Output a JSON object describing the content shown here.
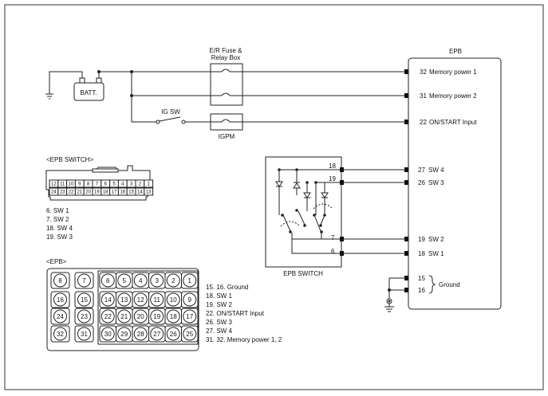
{
  "batt": {
    "label": "BATT."
  },
  "fuse_box": {
    "line1": "E/R Fuse &",
    "line2": "Relay Box"
  },
  "ig_sw": {
    "label": "IG SW"
  },
  "igpm": {
    "label": "IGPM"
  },
  "epb": {
    "title": "EPB",
    "pins": [
      {
        "num": "32",
        "text": "Memory power 1"
      },
      {
        "num": "31",
        "text": "Memory power 2"
      },
      {
        "num": "22",
        "text": "ON/START Input"
      },
      {
        "num": "27",
        "text": "SW 4"
      },
      {
        "num": "26",
        "text": "SW 3"
      },
      {
        "num": "19",
        "text": "SW 2"
      },
      {
        "num": "18",
        "text": "SW 1"
      },
      {
        "num": "15",
        "text": ""
      },
      {
        "num": "16",
        "text": ""
      }
    ],
    "ground_label": "Ground"
  },
  "epb_switch": {
    "label": "EPB SWITCH",
    "pins": [
      "18",
      "19",
      "7",
      "6"
    ]
  },
  "switch_connector": {
    "title": "<EPB SWITCH>",
    "top_row": [
      "12",
      "11",
      "10",
      "9",
      "8",
      "7",
      "6",
      "5",
      "4",
      "3",
      "2",
      "1"
    ],
    "bottom_row": [
      "24",
      "23",
      "22",
      "21",
      "20",
      "19",
      "18",
      "17",
      "16",
      "15",
      "14",
      "13"
    ],
    "legend": [
      "6. SW 1",
      "7. SW 2",
      "18. SW 4",
      "19. SW 3"
    ]
  },
  "epb_connector": {
    "title": "<EPB>",
    "left_col1": [
      "8",
      "16",
      "24",
      "32"
    ],
    "left_col2": [
      "7",
      "15",
      "23",
      "31"
    ],
    "grid": [
      [
        "6",
        "5",
        "4",
        "3",
        "2",
        "1"
      ],
      [
        "14",
        "13",
        "12",
        "11",
        "10",
        "9"
      ],
      [
        "22",
        "21",
        "20",
        "19",
        "18",
        "17"
      ],
      [
        "30",
        "29",
        "28",
        "27",
        "26",
        "25"
      ]
    ],
    "legend": [
      "15. 16. Ground",
      "18. SW 1",
      "19. SW 2",
      "22. ON/START Input",
      "26. SW 3",
      "27. SW 4",
      "31. 32. Memory power 1, 2"
    ]
  }
}
